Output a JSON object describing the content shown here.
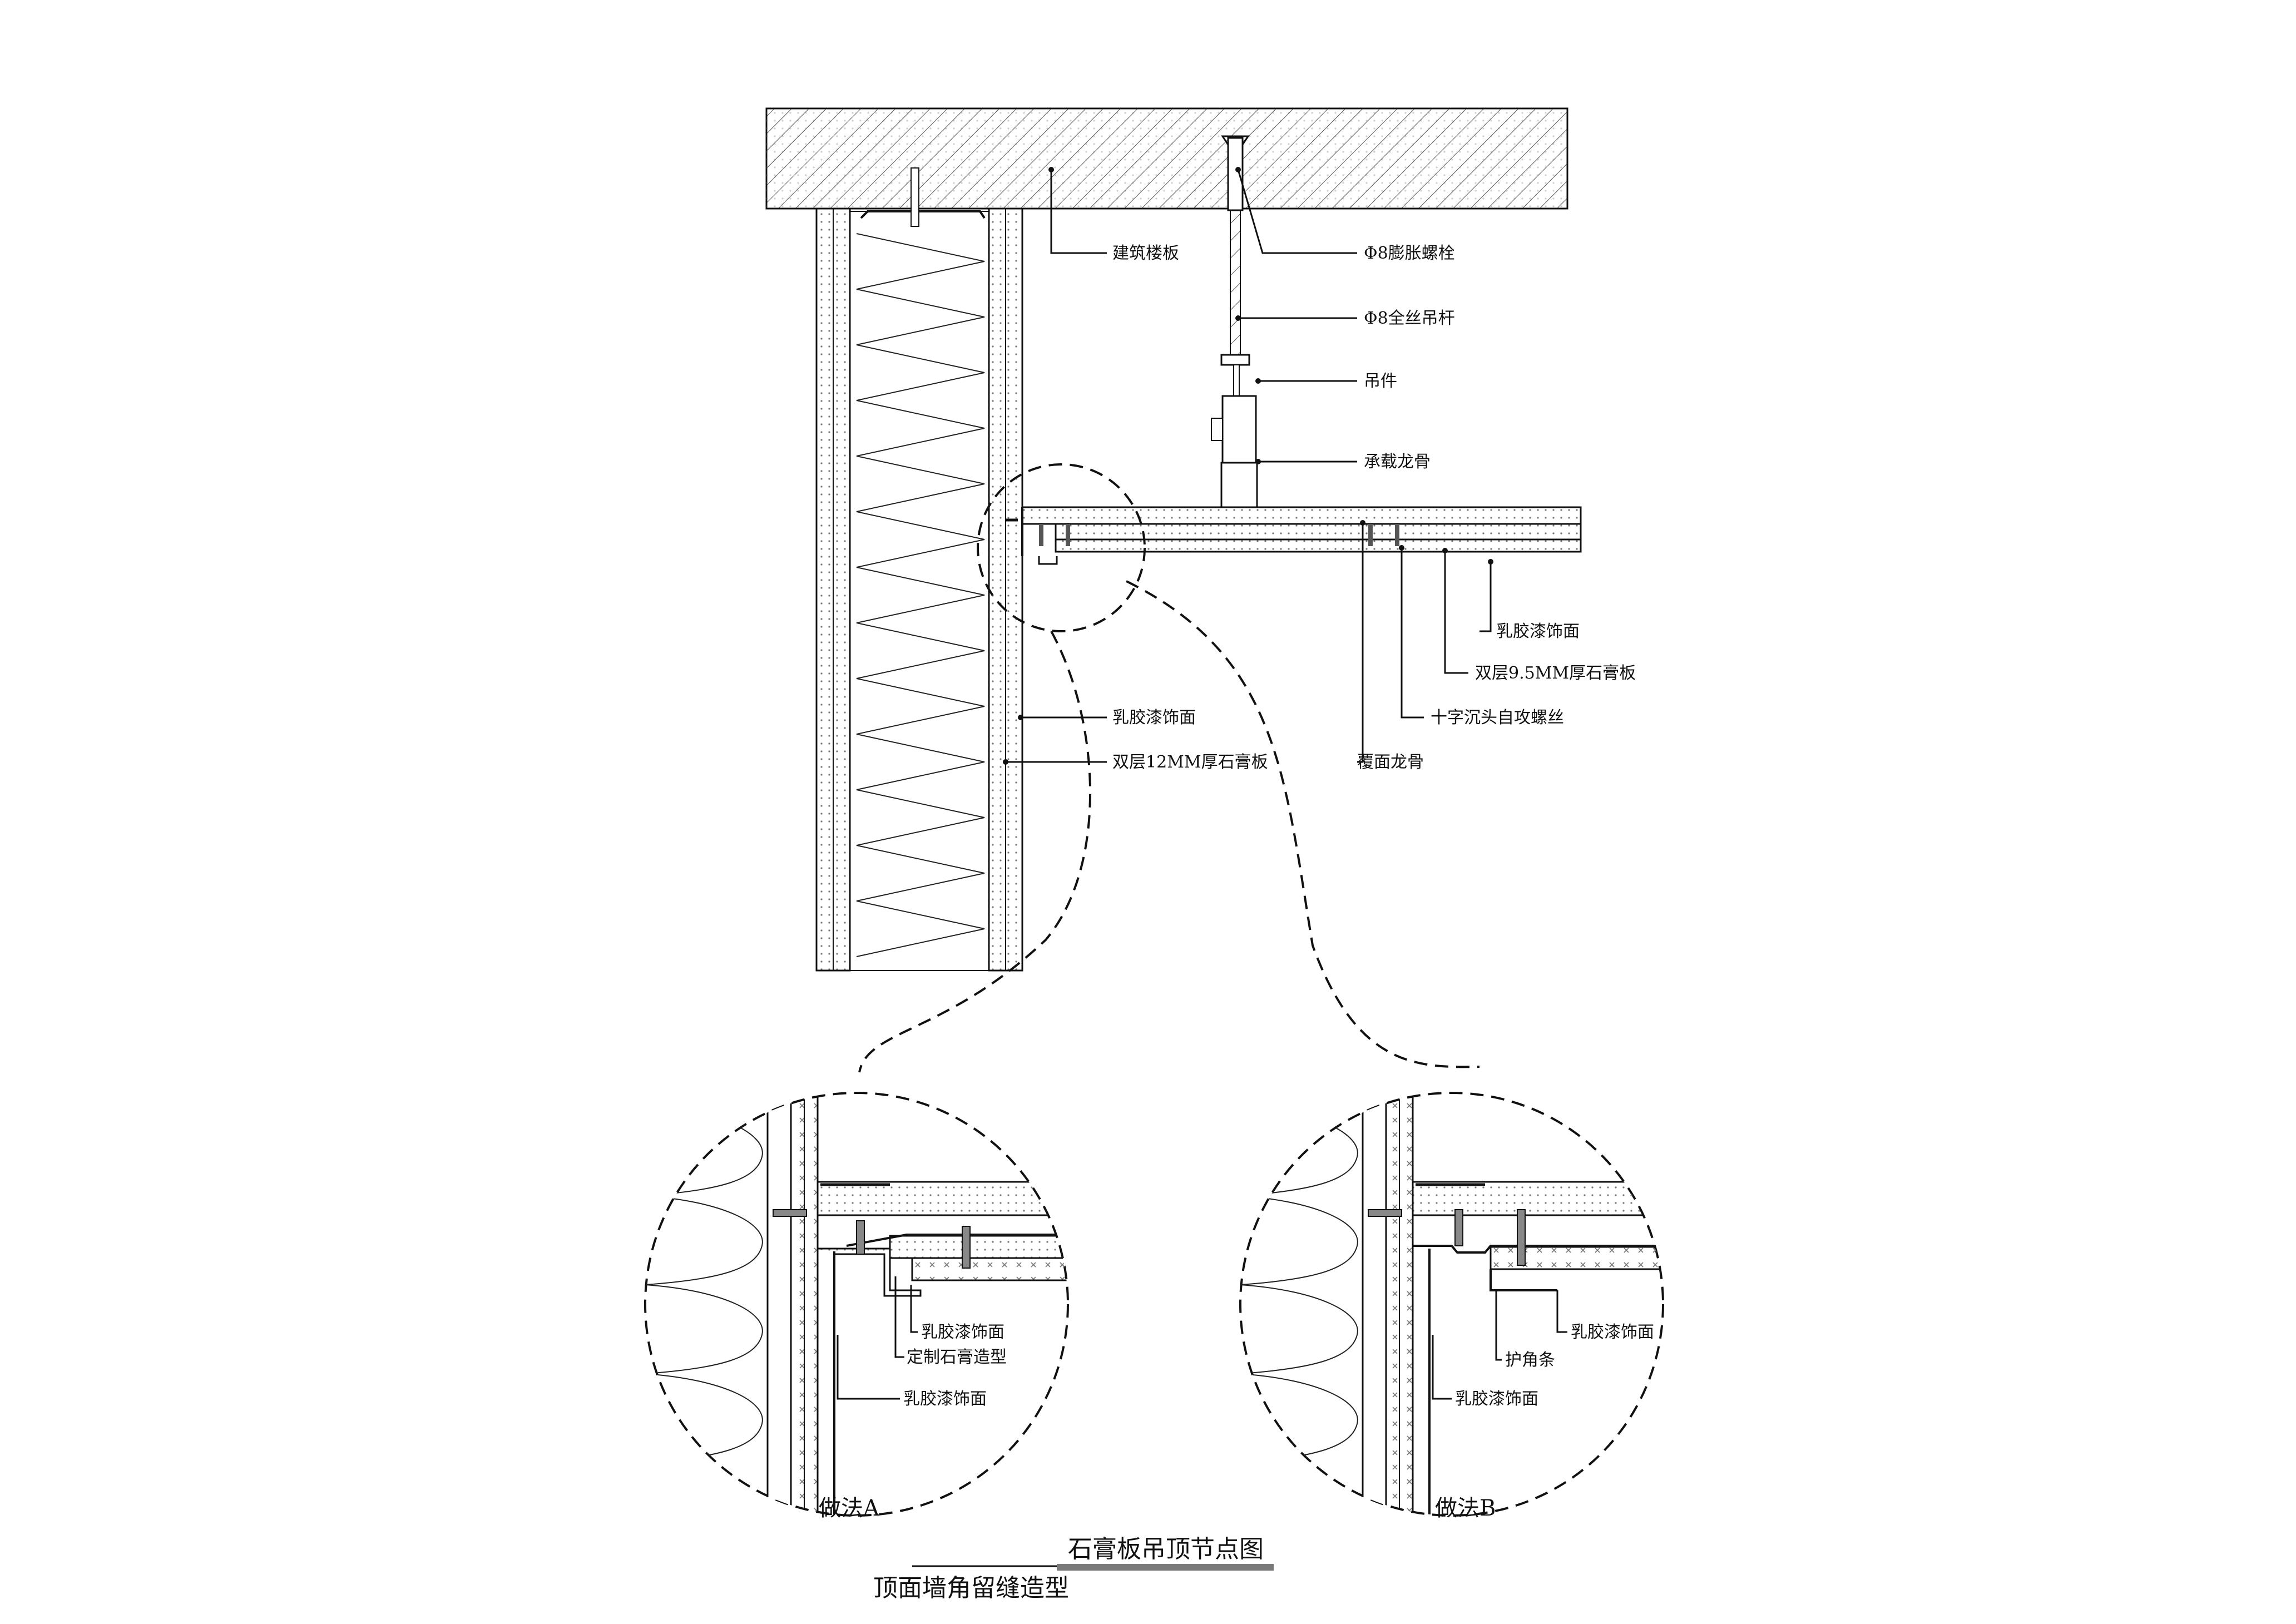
{
  "title_main": "石膏板吊顶节点图",
  "title_sub": "顶面墙角留缝造型",
  "labels": {
    "slab": "建筑楼板",
    "anchor_bolt": "Φ8膨胀螺栓",
    "threaded_rod": "Φ8全丝吊杆",
    "hanger": "吊件",
    "main_runner": "承载龙骨",
    "ceiling_paint": "乳胶漆饰面",
    "ceiling_board": "双层9.5MM厚石膏板",
    "screw": "十字沉头自攻螺丝",
    "cover_keel": "覆面龙骨",
    "wall_paint": "乳胶漆饰面",
    "wall_board": "双层12MM厚石膏板"
  },
  "detail_a": {
    "caption": "做法A",
    "paint_top": "乳胶漆饰面",
    "custom_gypsum": "定制石膏造型",
    "paint_bottom": "乳胶漆饰面"
  },
  "detail_b": {
    "caption": "做法B",
    "paint_top": "乳胶漆饰面",
    "corner_bead": "护角条",
    "paint_bottom": "乳胶漆饰面"
  },
  "colors": {
    "line": "#111111",
    "title_bar": "#7a7a7a"
  }
}
